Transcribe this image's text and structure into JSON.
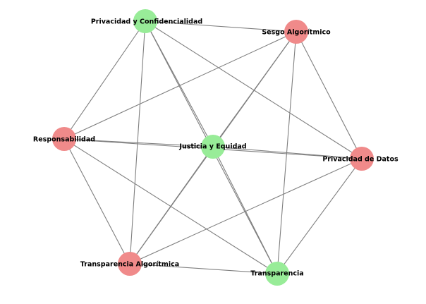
{
  "colors": {
    "green_node": "#98ec98",
    "red_node": "#f08a8a",
    "edge": "#7f7f7f"
  },
  "nodes": [
    {
      "id": "privacidad-confidencialidad",
      "label": "Privacidad y Confidencialidad",
      "group": "green"
    },
    {
      "id": "sesgo-algoritmico",
      "label": "Sesgo Algorítmico",
      "group": "red"
    },
    {
      "id": "responsabilidad",
      "label": "Responsabilidad",
      "group": "red"
    },
    {
      "id": "justicia-equidad",
      "label": "Justicia y Equidad",
      "group": "green"
    },
    {
      "id": "privacidad-datos",
      "label": "Privacidad de Datos",
      "group": "red"
    },
    {
      "id": "transparencia-algoritmica",
      "label": "Transparencia Algorítmica",
      "group": "red"
    },
    {
      "id": "transparencia",
      "label": "Transparencia",
      "group": "green"
    }
  ],
  "edges": [
    [
      "privacidad-confidencialidad",
      "sesgo-algoritmico"
    ],
    [
      "privacidad-confidencialidad",
      "responsabilidad"
    ],
    [
      "privacidad-confidencialidad",
      "justicia-equidad"
    ],
    [
      "privacidad-confidencialidad",
      "privacidad-datos"
    ],
    [
      "privacidad-confidencialidad",
      "transparencia-algoritmica"
    ],
    [
      "privacidad-confidencialidad",
      "transparencia"
    ],
    [
      "sesgo-algoritmico",
      "responsabilidad"
    ],
    [
      "sesgo-algoritmico",
      "justicia-equidad"
    ],
    [
      "sesgo-algoritmico",
      "privacidad-datos"
    ],
    [
      "sesgo-algoritmico",
      "transparencia-algoritmica"
    ],
    [
      "sesgo-algoritmico",
      "transparencia"
    ],
    [
      "responsabilidad",
      "justicia-equidad"
    ],
    [
      "responsabilidad",
      "privacidad-datos"
    ],
    [
      "responsabilidad",
      "transparencia-algoritmica"
    ],
    [
      "responsabilidad",
      "transparencia"
    ],
    [
      "justicia-equidad",
      "privacidad-datos"
    ],
    [
      "justicia-equidad",
      "transparencia-algoritmica"
    ],
    [
      "justicia-equidad",
      "transparencia"
    ],
    [
      "privacidad-datos",
      "transparencia-algoritmica"
    ],
    [
      "privacidad-datos",
      "transparencia"
    ],
    [
      "transparencia-algoritmica",
      "transparencia"
    ]
  ]
}
